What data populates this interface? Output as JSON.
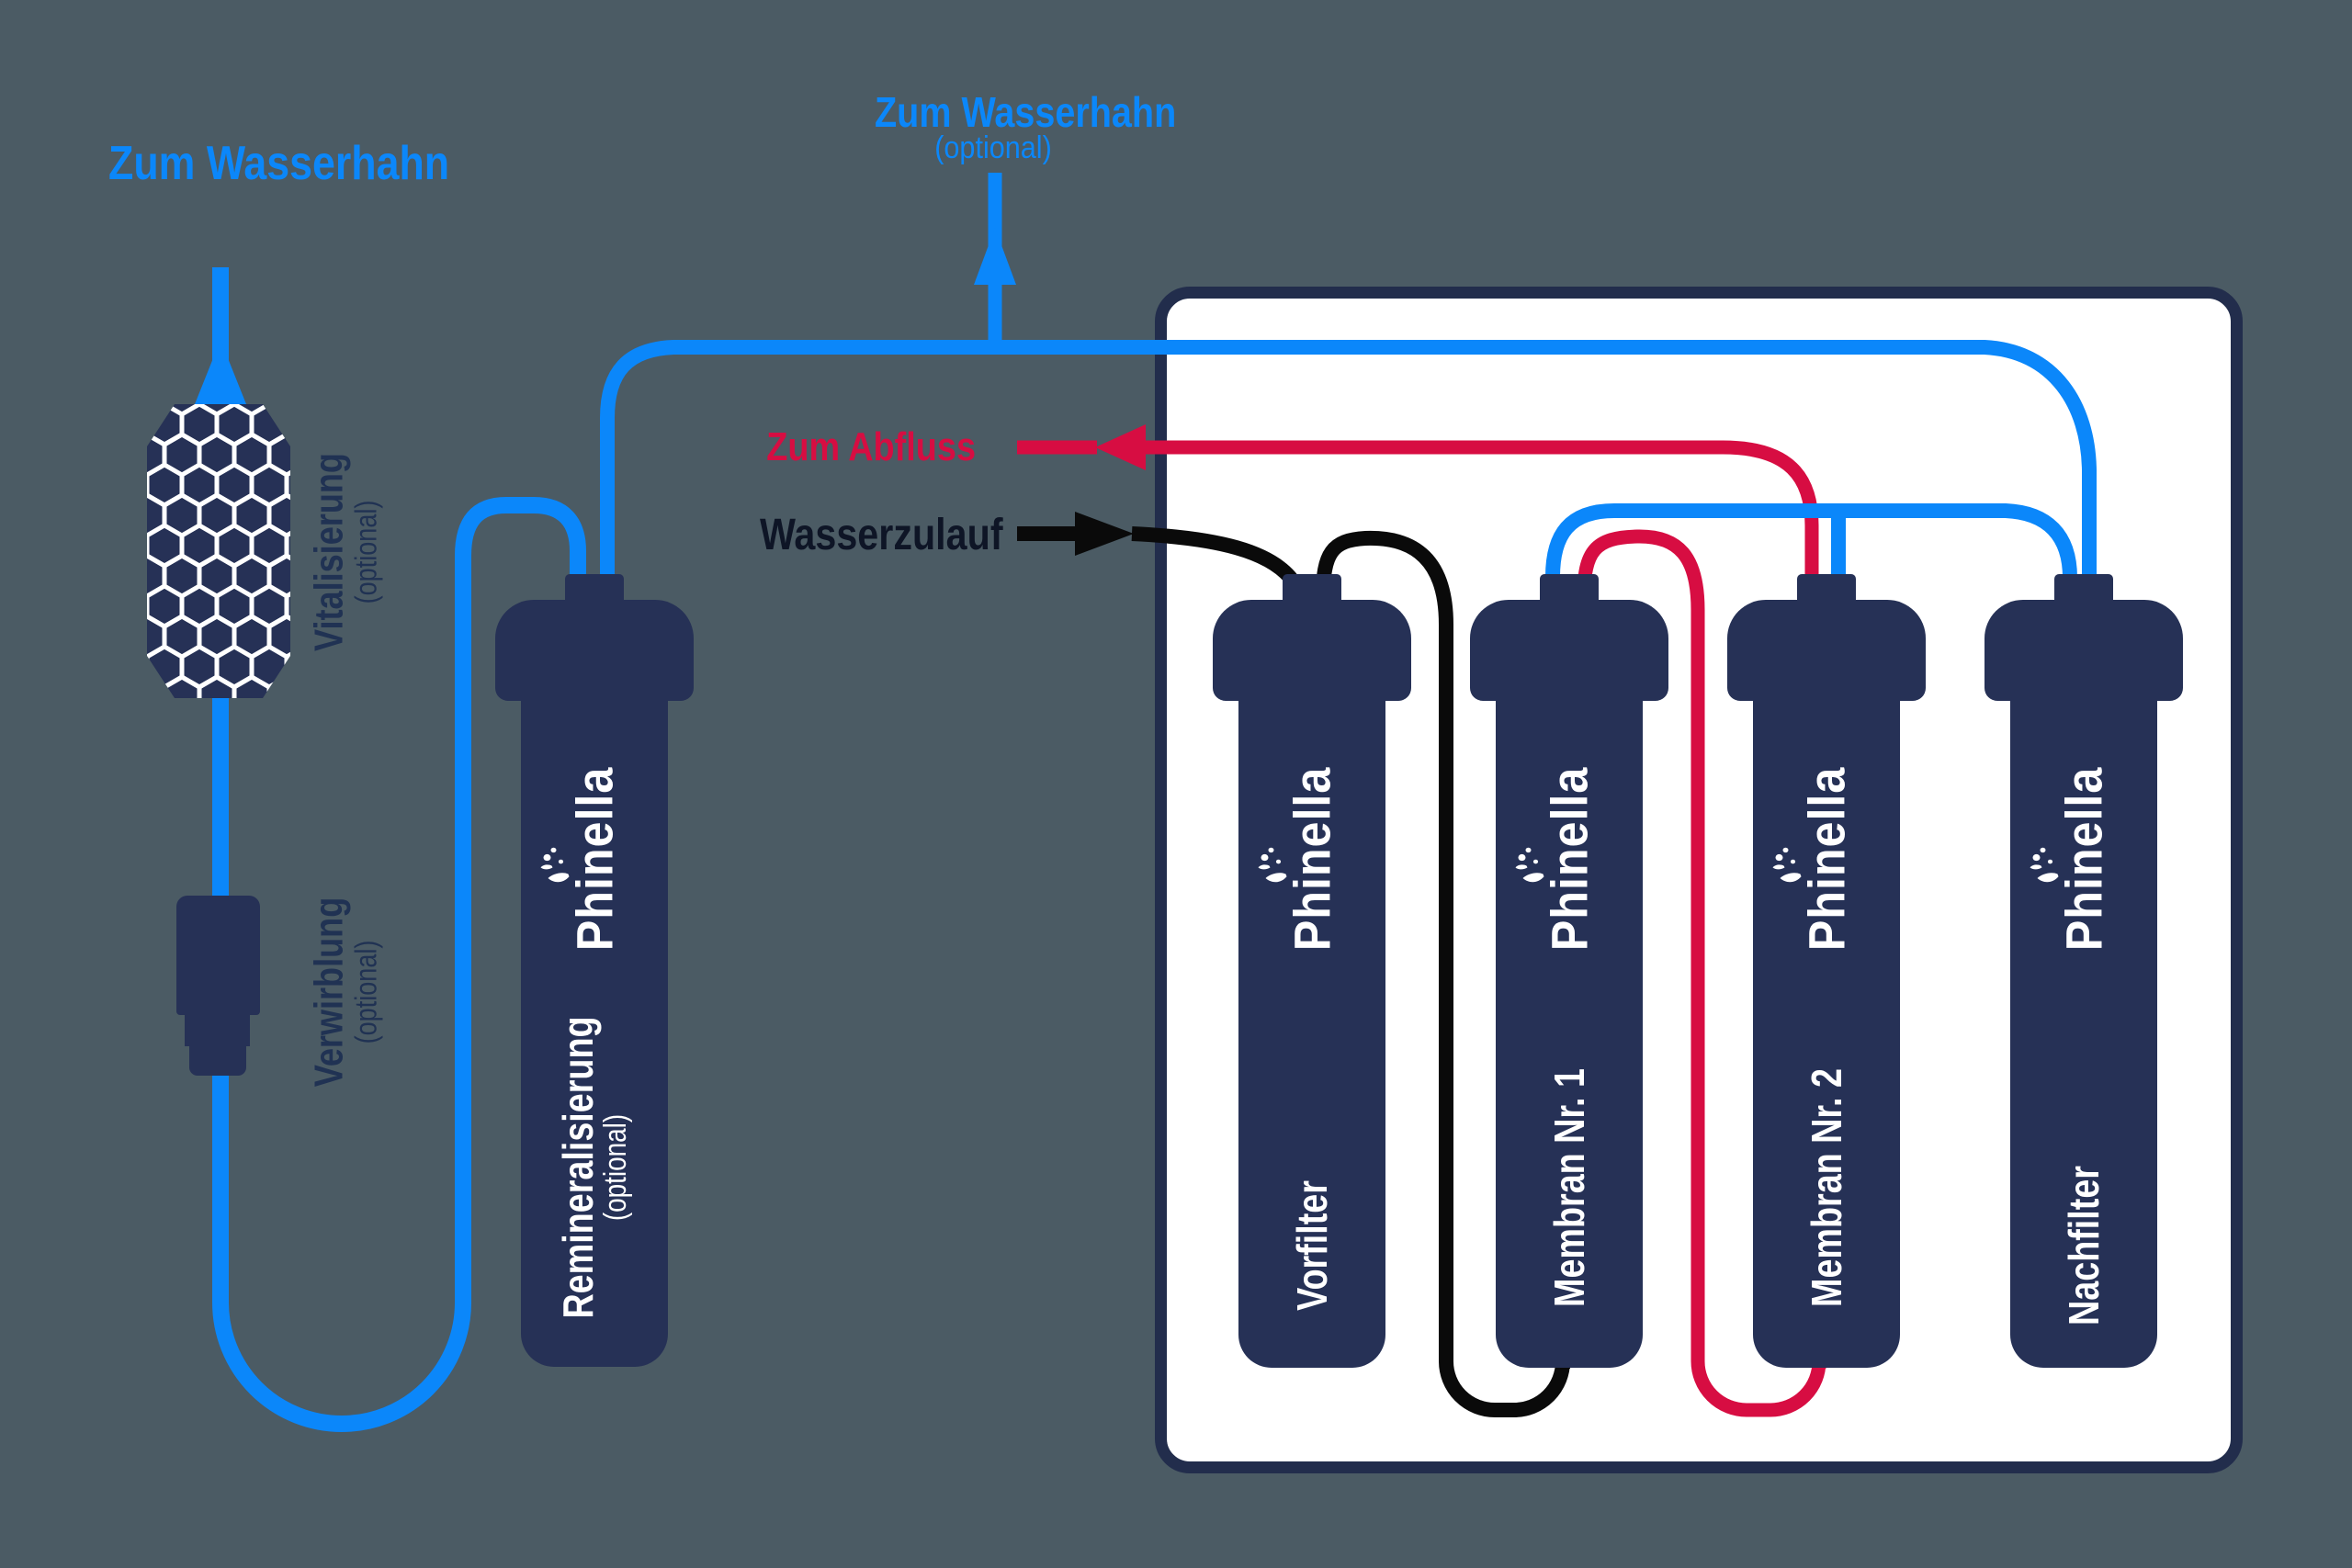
{
  "colors": {
    "background": "#4b5b64",
    "navy": "#263156",
    "dark_navy": "#222d4c",
    "label_navy": "#203253",
    "blue": "#0b87fa",
    "red": "#d70d42",
    "black": "#0a0a0a",
    "white": "#ffffff",
    "inlet_text": "#0e1526"
  },
  "icons": {
    "splash": "water-splash-icon",
    "pattern": "honeycomb-pattern",
    "arrow_up": "up-arrow",
    "arrow_left": "left-arrow",
    "arrow_right": "right-arrow"
  },
  "labels": {
    "faucet_left": "Zum Wasserhahn",
    "faucet_center": "Zum Wasserhahn",
    "faucet_center_sub": "(optional)",
    "drain": "Zum Abfluss",
    "inlet": "Wasserzulauf",
    "vitalisierung": "Vitalisierung",
    "vitalisierung_sub": "(optional)",
    "verwirblung": "Verwirblung",
    "verwirblung_sub": "(optional)",
    "remineralisierung": "Remineralisierung",
    "remineralisierung_sub": "(optional)",
    "vorfilter": "Vorfilter",
    "membran1": "Membran Nr. 1",
    "membran2": "Membran Nr. 2",
    "nachfilter": "Nachfilter",
    "brand": "Phinella"
  }
}
